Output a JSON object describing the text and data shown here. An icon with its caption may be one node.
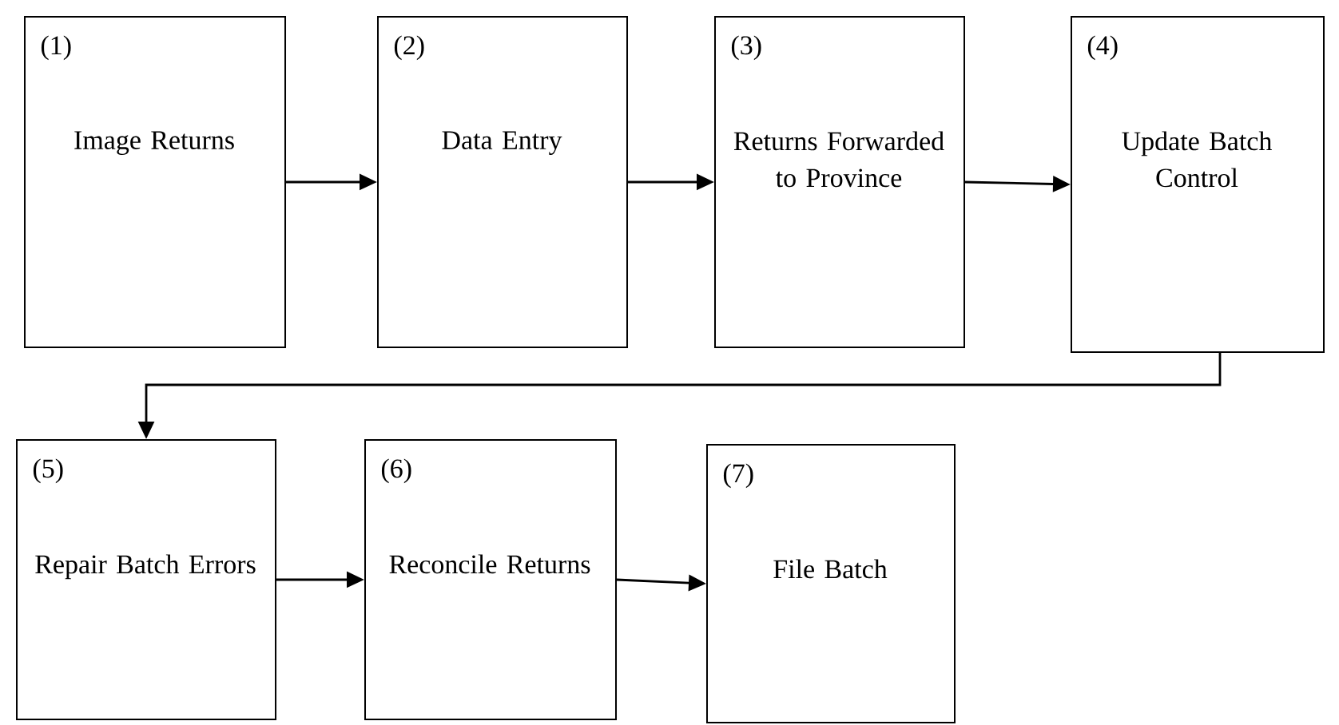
{
  "diagram": {
    "nodes": [
      {
        "text": [
          "(1)",
          "Image Returns"
        ]
      },
      {
        "text": [
          "(2)",
          "Data Entry"
        ]
      },
      {
        "text": [
          "(3)",
          "Returns Forwarded to Province"
        ]
      },
      {
        "text": [
          "(4)",
          "Update Batch Control"
        ]
      },
      {
        "text": [
          "(5)",
          "Repair Batch Errors"
        ]
      },
      {
        "text": [
          "(6)",
          "Reconcile Returns"
        ]
      },
      {
        "text": [
          "(7)",
          "File Batch"
        ]
      }
    ],
    "edges": [
      {
        "from": 0,
        "to": 1,
        "arrow": "to"
      },
      {
        "from": 1,
        "to": 2,
        "arrow": "to"
      },
      {
        "from": 2,
        "to": 3,
        "arrow": "to"
      },
      {
        "from": 3,
        "to": 4,
        "arrow": "to"
      },
      {
        "from": 4,
        "to": 5,
        "arrow": "to"
      },
      {
        "from": 5,
        "to": 6,
        "arrow": "to"
      }
    ]
  }
}
